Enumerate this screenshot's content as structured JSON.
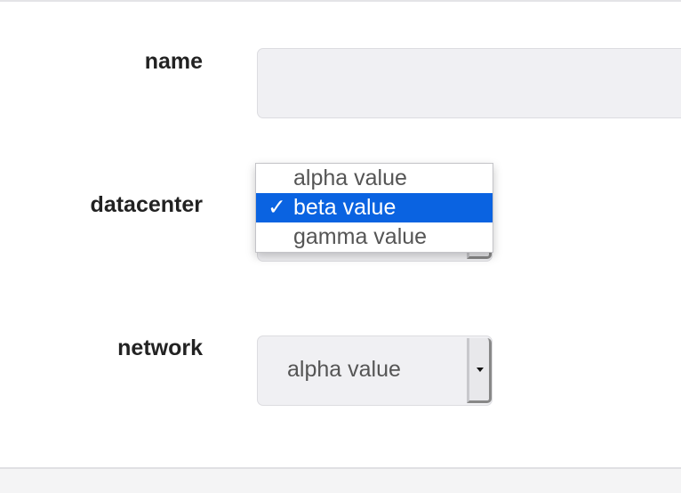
{
  "form": {
    "name_label": "name",
    "name_value": "",
    "datacenter_label": "datacenter",
    "datacenter_options": [
      "alpha value",
      "beta value",
      "gamma value"
    ],
    "datacenter_selected": "beta value",
    "network_label": "network",
    "network_value": "alpha value"
  },
  "icons": {
    "check": "checkmark-icon",
    "dropdown_arrow": "chevron-down-icon"
  },
  "colors": {
    "selected_option_bg": "#0a63e1",
    "input_bg": "#f0f0f3"
  }
}
